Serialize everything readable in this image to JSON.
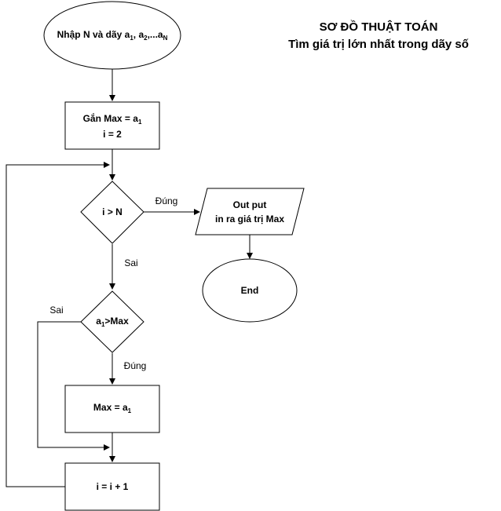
{
  "title": {
    "line1": "SƠ ĐỒ THUẬT TOÁN",
    "line2": "Tìm giá trị lớn nhất trong dãy số"
  },
  "nodes": {
    "input": {
      "prefix": "Nhập N và dãy a",
      "sub1": "1",
      "mid1": ", a",
      "sub2": "2",
      "mid2": ",...a",
      "sub3": "N"
    },
    "init": {
      "line1_prefix": "Gắn Max = a",
      "line1_sub": "1",
      "line2": "i = 2"
    },
    "cond_i": {
      "label": "i > N"
    },
    "output": {
      "line1": "Out put",
      "line2": "in ra giá trị Max"
    },
    "end": {
      "label": "End"
    },
    "cond_a": {
      "prefix": "a",
      "sub": "1",
      "suffix": ">Max"
    },
    "assign": {
      "prefix": "Max = a",
      "sub": "1"
    },
    "increment": {
      "label": "i = i + 1"
    }
  },
  "edges": {
    "true_i": "Đúng",
    "false_i": "Sai",
    "false_a": "Sai",
    "true_a": "Đúng"
  }
}
